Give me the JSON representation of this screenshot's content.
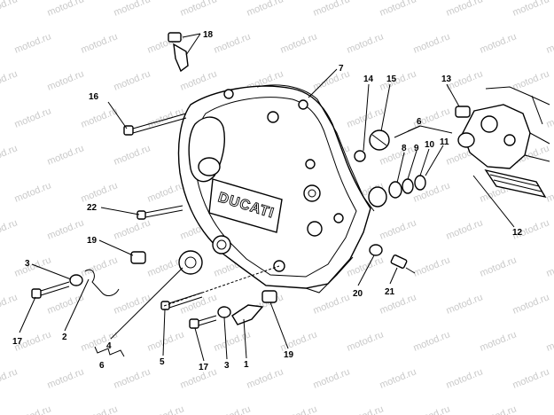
{
  "watermark": "motod.ru",
  "brand_text": "DUCATI",
  "callouts": {
    "c1": "1",
    "c2": "2",
    "c3a": "3",
    "c3b": "3",
    "c4": "4",
    "c5": "5",
    "c6a": "6",
    "c6b": "6",
    "c7": "7",
    "c8": "8",
    "c9": "9",
    "c10": "10",
    "c11": "11",
    "c12": "12",
    "c13": "13",
    "c14": "14",
    "c15": "15",
    "c16": "16",
    "c17a": "17",
    "c17b": "17",
    "c18": "18",
    "c19a": "19",
    "c19b": "19",
    "c20": "20",
    "c21": "21",
    "c22": "22"
  }
}
